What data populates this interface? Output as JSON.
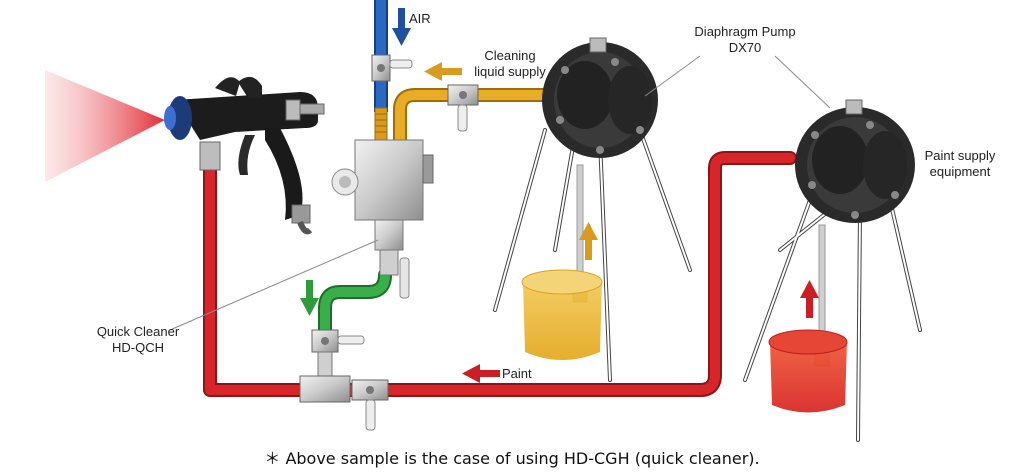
{
  "labels": {
    "air": "AIR",
    "cleaning_line1": "Cleaning",
    "cleaning_line2": "liquid supply",
    "pump_line1": "Diaphragm Pump",
    "pump_line2": "DX70",
    "paint_supply_line1": "Paint supply",
    "paint_supply_line2": "equipment",
    "quick_cleaner_line1": "Quick Cleaner",
    "quick_cleaner_line2": "HD-QCH",
    "paint": "Paint"
  },
  "footnote": "＊ Above sample is the case of using HD-CGH (quick cleaner).",
  "colors": {
    "paint_line": "#d7262a",
    "cleaning_line": "#e0a21d",
    "solvent_line": "#2e9b3c",
    "air_line": "#1f5fae",
    "air_arrow": "#1f4f9f",
    "cleaning_arrow": "#d99a1e",
    "paint_arrow": "#cc1f25",
    "green_arrow": "#2e9b3c",
    "pump_body": "#2b2b2b",
    "bucket_cleaning": "#e6b02a",
    "bucket_paint": "#e3302b"
  },
  "icons": [
    "spray-gun-icon",
    "diaphragm-pump-icon",
    "bucket-icon",
    "valve-icon",
    "quick-cleaner-icon"
  ]
}
